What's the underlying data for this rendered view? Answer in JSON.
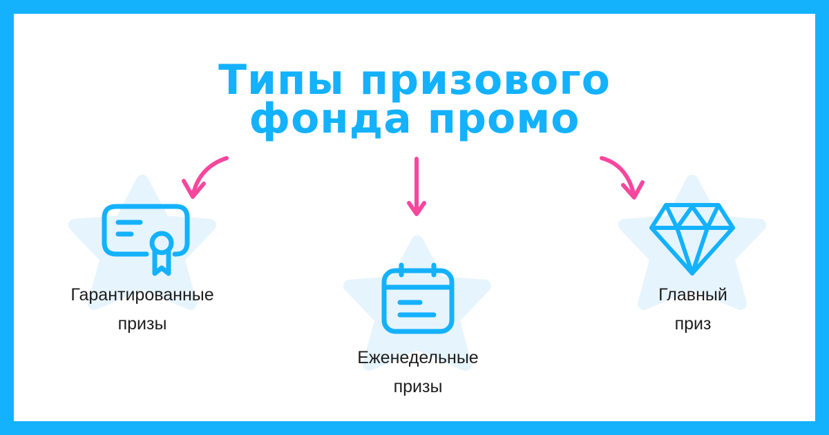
{
  "title": {
    "line1": "Типы призового",
    "line2": "фонда промо"
  },
  "items": [
    {
      "line1": "Гарантированные",
      "line2": "призы",
      "icon": "certificate-icon"
    },
    {
      "line1": "Еженедельные",
      "line2": "призы",
      "icon": "calendar-icon"
    },
    {
      "line1": "Главный",
      "line2": "приз",
      "icon": "diamond-icon"
    }
  ],
  "colors": {
    "frame": "#14b1fd",
    "accent": "#14b1fd",
    "arrow": "#f6479d",
    "star": "#e6f4fd",
    "text": "#1d1d1d"
  }
}
